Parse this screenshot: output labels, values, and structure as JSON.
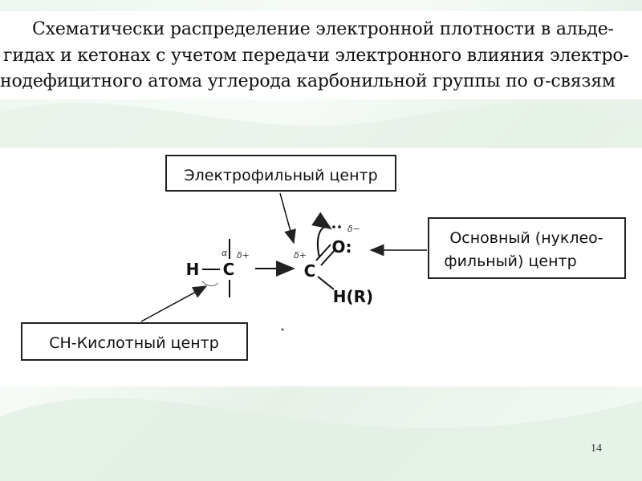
{
  "slide": {
    "title_lines": [
      "Схематически распределение электронной плотности в альде-",
      "гидах и кетонах с учетом передачи электронного влияния электро-",
      "нодефицитного атома углерода карбонильной группы по σ-связям"
    ],
    "page_number": "14"
  },
  "diagram": {
    "boxes": {
      "electrophilic": "Электрофильный центр",
      "basic_line1": "Основный (нуклео-",
      "basic_line2": "фильный) центр",
      "ch_acid": "СН-Кислотный центр"
    },
    "atoms": {
      "h_left": "H",
      "c_alpha": "C",
      "c_carbonyl": "C",
      "oxygen": "O:",
      "substituent": "H(R)"
    },
    "labels": {
      "alpha": "α",
      "delta_plus_alpha": "δ+",
      "delta_plus_carbonyl": "δ+",
      "delta_minus": "δ−"
    }
  }
}
